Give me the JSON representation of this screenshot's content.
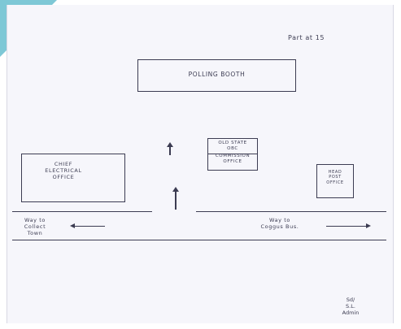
{
  "corner_note": "Part at 15",
  "polling_booth": "POLLING BOOTH",
  "office_left": [
    "CHIEF",
    "ELECTRICAL",
    "OFFICE"
  ],
  "office_center": [
    "OLD STATE",
    "OBC",
    "COMMISSION",
    "OFFICE"
  ],
  "office_right": [
    "HEAD",
    "POST",
    "OFFICE"
  ],
  "way_left": [
    "Way to",
    "Collect",
    "Town"
  ],
  "way_right": [
    "Way to",
    "Coggus Bus."
  ],
  "signature": [
    "Sd/",
    "S.L.",
    "Admin"
  ],
  "colors": {
    "ink": "#3c3c52",
    "paper": "#f6f6fb",
    "corner": "#7ec8d6"
  }
}
